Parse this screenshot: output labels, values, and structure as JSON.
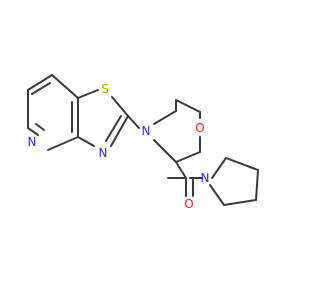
{
  "atoms": {
    "s_label": "S",
    "thiazole_n_label": "N",
    "pyridine_n_label": "N",
    "morpholine_n_label": "N",
    "morpholine_o_label": "O",
    "carbonyl_o_label": "O",
    "pyrrolidine_n_label": "N"
  },
  "colors": {
    "bond": "#3a3a3a",
    "sulfur": "#b8a000",
    "nitrogen": "#2f2fd8",
    "oxygen": "#ff1a1a"
  }
}
